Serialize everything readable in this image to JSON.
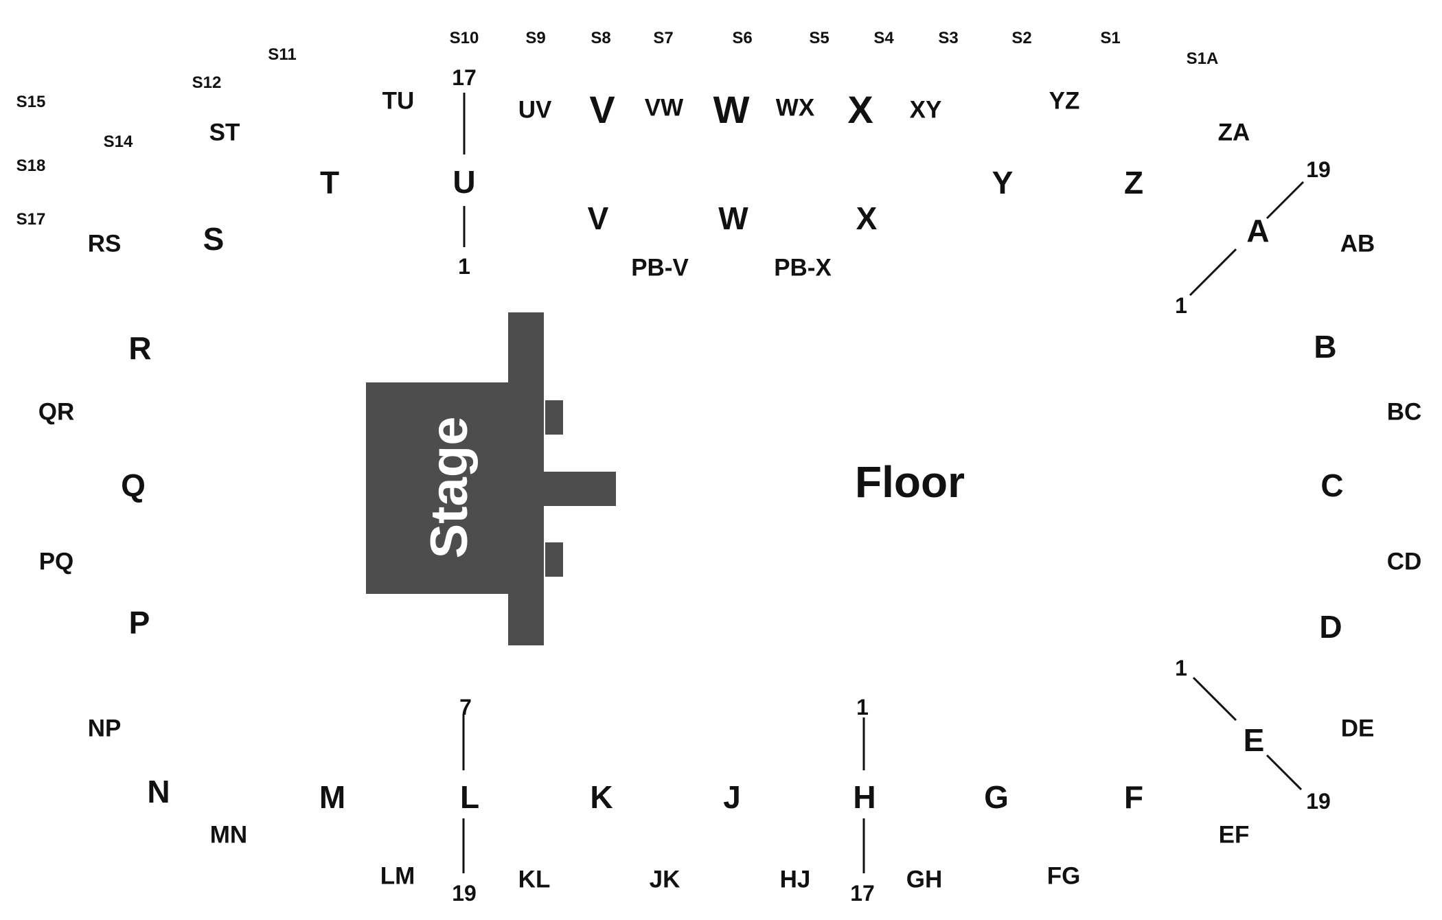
{
  "colors": {
    "stage": "#4d4d4d",
    "text": "#111111",
    "background": "#ffffff",
    "stage_text": "#ffffff"
  },
  "stage": {
    "label": "Stage"
  },
  "floor": {
    "label": "Floor"
  },
  "suites": [
    "S10",
    "S9",
    "S8",
    "S7",
    "S6",
    "S5",
    "S4",
    "S3",
    "S2",
    "S1",
    "S1A",
    "S11",
    "S12",
    "S15",
    "S14",
    "S18",
    "S17"
  ],
  "sections": [
    "TU",
    "U",
    "UV",
    "V",
    "VW",
    "W",
    "WX",
    "X",
    "XY",
    "YZ",
    "ZA",
    "ST",
    "T",
    "S",
    "RS",
    "Y",
    "Z",
    "A",
    "AB",
    "V",
    "W",
    "X",
    "PB-V",
    "PB-X",
    "R",
    "B",
    "QR",
    "BC",
    "Q",
    "C",
    "PQ",
    "CD",
    "P",
    "D",
    "NP",
    "DE",
    "N",
    "MN",
    "M",
    "L",
    "LM",
    "KL",
    "K",
    "J",
    "JK",
    "HJ",
    "H",
    "G",
    "GH",
    "FG",
    "F",
    "E",
    "EF"
  ],
  "row_numbers": [
    "17",
    "1",
    "19",
    "1",
    "7",
    "19",
    "1",
    "17",
    "1",
    "19"
  ]
}
